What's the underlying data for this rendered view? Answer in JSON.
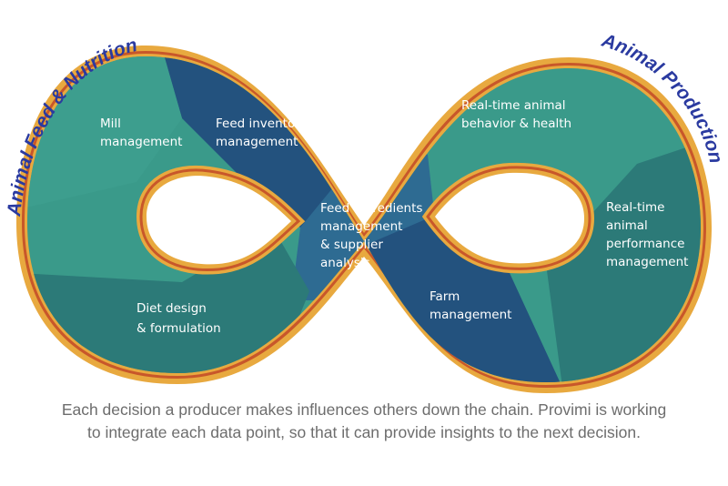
{
  "titles": {
    "left": "Animal Feed & Nutrition",
    "right": "Animal Production"
  },
  "segments": {
    "mill": [
      "Mill",
      "management"
    ],
    "feed_inventory": [
      "Feed inventory",
      "management"
    ],
    "feed_ingredients": [
      "Feed ingredients",
      "management",
      "& supplier",
      "analysis"
    ],
    "diet": [
      "Diet design",
      "& formulation"
    ],
    "realtime_behavior": [
      "Real-time animal",
      "behavior & health"
    ],
    "realtime_performance": [
      "Real-time",
      "animal",
      "performance",
      "management"
    ],
    "farm": [
      "Farm",
      "management"
    ]
  },
  "caption": [
    "Each decision a producer makes influences others down the chain. Provimi is working",
    "to integrate each data point, so that it can provide insights to the next decision."
  ],
  "colors": {
    "teal": "#3a9a8a",
    "teal_dark": "#2c7a78",
    "navy": "#23527e",
    "blue": "#2e6b92",
    "gold": "#e8a93f",
    "orange": "#c8572a",
    "title_blue": "#2a3aa0",
    "caption_gray": "#6d6d6d"
  }
}
